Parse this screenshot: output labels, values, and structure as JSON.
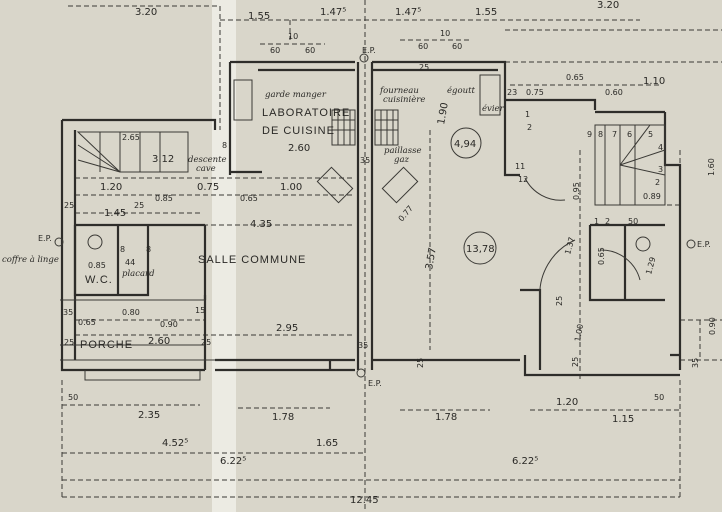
{
  "title": "Floor plan - ground floor",
  "rooms": {
    "laboratoire": "LABORATOIRE",
    "de_cuisine": "DE CUISINE",
    "salle_commune": "SALLE COMMUNE",
    "wc": "W.C.",
    "porche": "PORCHE",
    "area_kitchen": "4,94",
    "area_salle": "13,78"
  },
  "notes": {
    "garde_manger": "garde manger",
    "descente": "descente",
    "cave": "cave",
    "fourneau": "fourneau",
    "cuisiniere": "cuisinière",
    "egoutt": "égoutt",
    "evier": "évier",
    "paillasse": "paillasse",
    "gaz": "gaz",
    "coffre": "coffre à linge",
    "placard": "placard",
    "ep": "E.P."
  },
  "dims": [
    "3.20",
    "3.20",
    "1.55",
    "1.47⁵",
    "1.47⁵",
    "1.55",
    "10",
    "60",
    "60",
    "10",
    "60",
    "60",
    "25",
    "2.60",
    "1.90",
    "35",
    "0.77",
    "2.65",
    "3.12",
    "8",
    "1.20",
    "0.75",
    "1.00",
    "0.85",
    "0.65",
    "25",
    "1.45",
    "25",
    "4.35",
    "0.85",
    "8",
    "8",
    "44",
    "3.57",
    "35",
    "0.80",
    "15",
    "0.65",
    "0.90",
    "2.95",
    "25",
    "2.60",
    "25",
    "35",
    "0.75",
    "0.65",
    "0.60",
    "1.10",
    "23",
    "0.95",
    "0.89",
    "1.60",
    "50",
    "1.37",
    "0.65",
    "1.29",
    "25",
    "1.00",
    "0.90",
    "35",
    "25",
    "25",
    "50",
    "2.35",
    "1.78",
    "1.78",
    "1.20",
    "1.15",
    "50",
    "4.52⁵",
    "1.65",
    "6.22⁵",
    "6.22⁵",
    "12.45"
  ],
  "stair_steps_right": [
    "1",
    "2",
    "11",
    "12",
    "9",
    "8",
    "7",
    "6",
    "5",
    "4",
    "3",
    "2",
    "1",
    "2"
  ]
}
